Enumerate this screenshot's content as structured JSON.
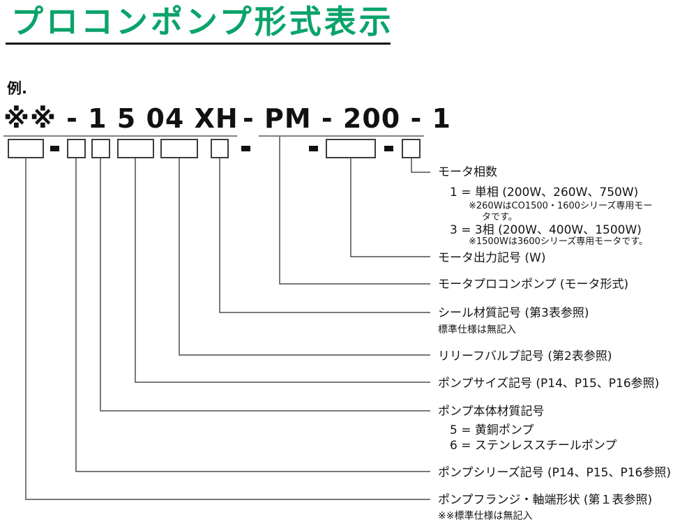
{
  "page": {
    "title": "プロコンポンプ形式表示",
    "title_color": "#0BA36B",
    "example_label": "例."
  },
  "model_code": {
    "left_part": "※※ - 1 5 04 XH",
    "right_part": "- PM - 200 - 1"
  },
  "motor_phase": {
    "label": "モータ相数",
    "option1": "1 = 単相 (200W、260W、750W)",
    "option1_note_line1": "※260WはCO1500・1600シリーズ専用モー",
    "option1_note_line2": "タです。",
    "option2": "3 = 3相 (200W、400W、1500W)",
    "option2_note": "※1500Wは3600シリーズ専用モータです。"
  },
  "callouts": {
    "motor_output": "モータ出力記号 (W)",
    "motor_type": "モータプロコンポンプ (モータ形式)",
    "seal_material": "シール材質記号 (第3表参照)",
    "seal_material_note": "標準仕様は無記入",
    "relief_valve": "リリーフバルブ記号 (第2表参照)",
    "pump_size": "ポンプサイズ記号 (P14、P15、P16参照)",
    "pump_body_material": "ポンプ本体材質記号",
    "pump_body_option1": "5 = 黄銅ポンプ",
    "pump_body_option2": "6 = ステンレススチールポンプ",
    "pump_series": "ポンプシリーズ記号 (P14、P15、P16参照)",
    "pump_flange": "ポンプフランジ・軸端形状 (第１表参照)",
    "pump_flange_note": "※※標準仕様は無記入"
  }
}
